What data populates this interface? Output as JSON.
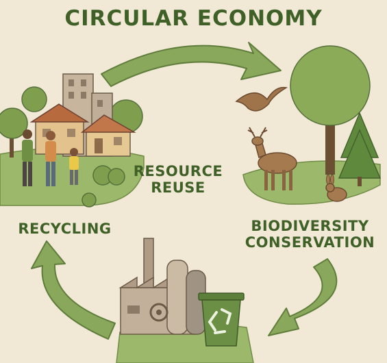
{
  "title": "CIRCULAR ECONOMY",
  "center_label": [
    "RESOURCE",
    "REUSE"
  ],
  "recycling_label": "RECYCLING",
  "biodiversity_label": [
    "BIODIVERSITY",
    "CONSERVATION"
  ],
  "colors": {
    "background": "#f1e9d6",
    "text": "#3f6128",
    "arrow": "#8aa85c",
    "arrow_edge": "#5f7d3a",
    "grass": "#9cb86b",
    "tree": "#7f9f4e",
    "recycle_bin": "#5c7f3a",
    "factory": "#b09c86"
  }
}
